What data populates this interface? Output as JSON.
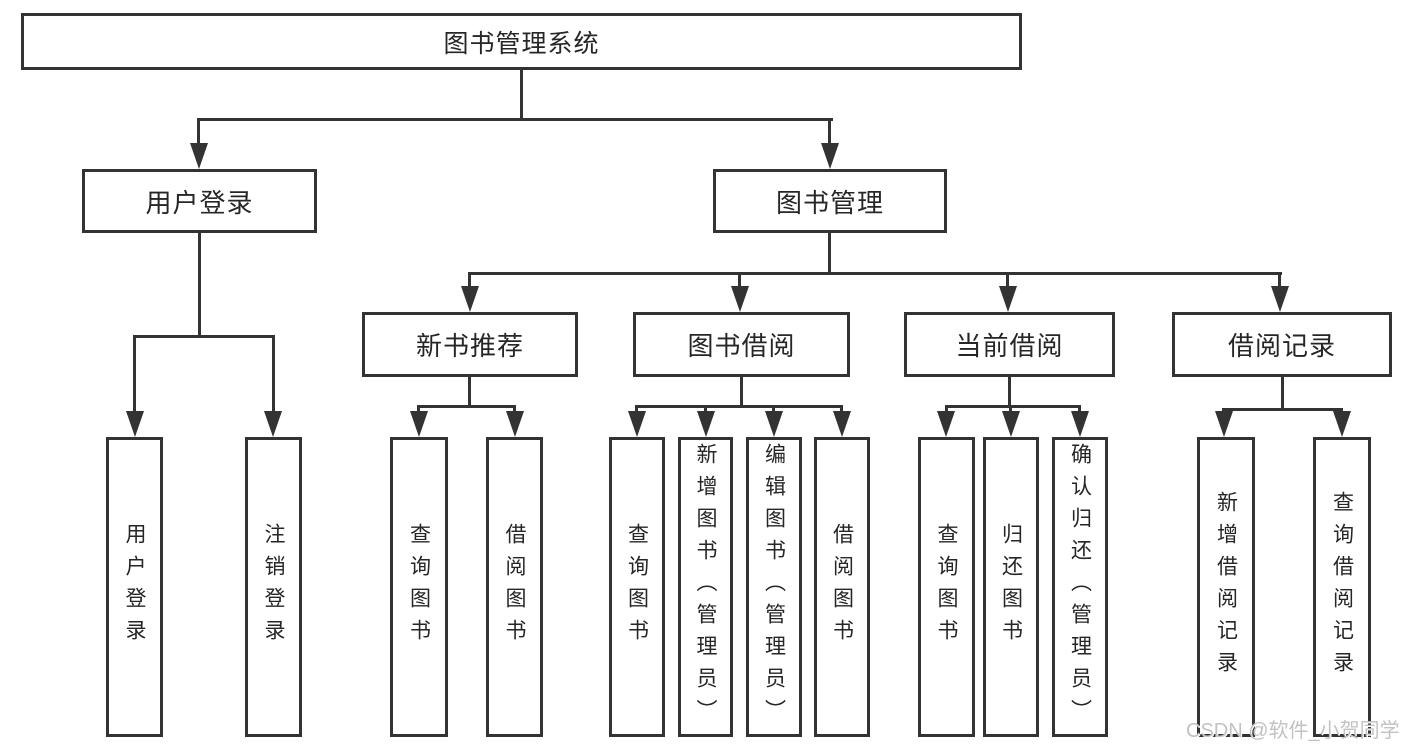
{
  "tree": {
    "root": "图书管理系统",
    "branches": [
      {
        "label": "用户登录",
        "leaves": [
          "用户登录",
          "注销登录"
        ]
      },
      {
        "label": "图书管理",
        "groups": [
          {
            "label": "新书推荐",
            "leaves": [
              "查询图书",
              "借阅图书"
            ]
          },
          {
            "label": "图书借阅",
            "leaves": [
              "查询图书",
              "新增图书（管理员）",
              "编辑图书（管理员）",
              "借阅图书"
            ]
          },
          {
            "label": "当前借阅",
            "leaves": [
              "查询图书",
              "归还图书",
              "确认归还（管理员）"
            ]
          },
          {
            "label": "借阅记录",
            "leaves": [
              "新增借阅记录",
              "查询借阅记录"
            ]
          }
        ]
      }
    ]
  },
  "watermark": "CSDN @软件_小贺同学",
  "colors": {
    "line": "#333333",
    "text": "#262626",
    "background": "#ffffff",
    "watermark": "#c2c2c2"
  }
}
